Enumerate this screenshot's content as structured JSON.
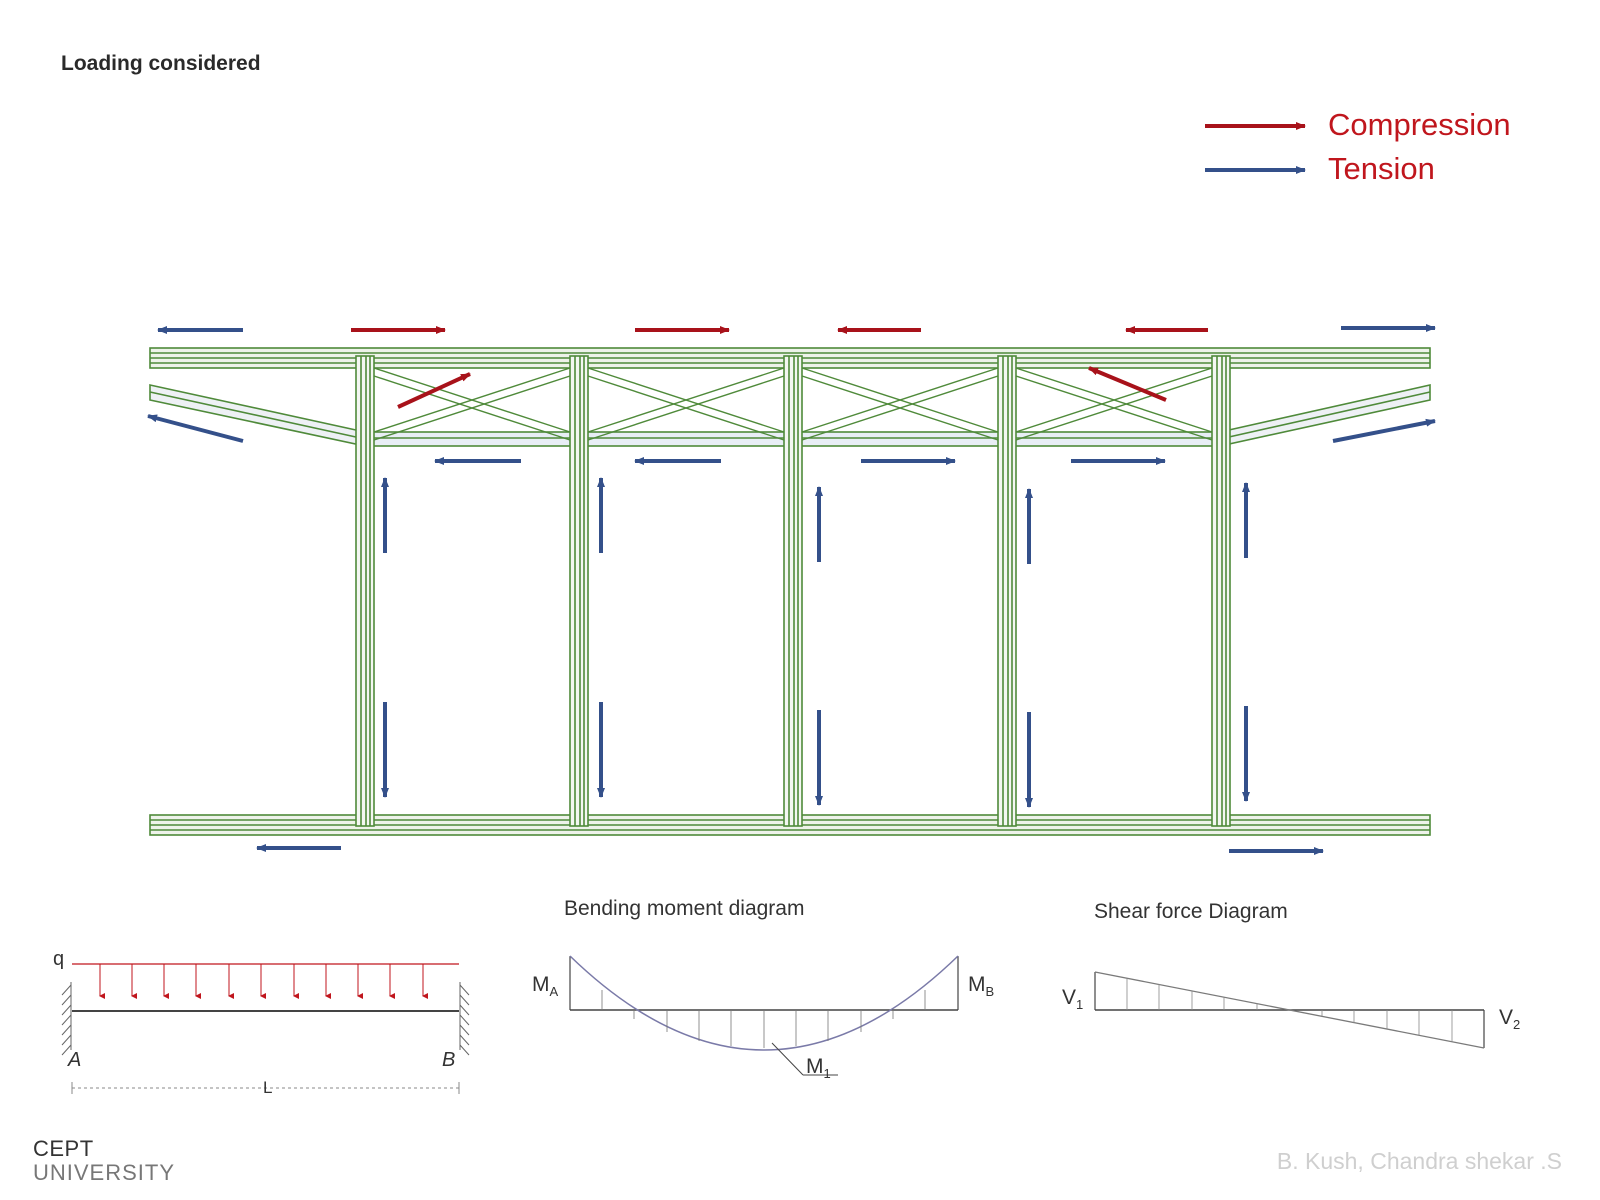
{
  "title": "Loading considered",
  "legend": {
    "compression_label": "Compression",
    "tension_label": "Tension",
    "compression_color": "#a8121a",
    "tension_color": "#34508a",
    "label_color": "#c0161d"
  },
  "frame_color": "#4f8a3a",
  "beam": {
    "load_label": "q",
    "left_support": "A",
    "right_support": "B",
    "span_label": "L"
  },
  "bending_moment": {
    "caption": "Bending moment diagram",
    "left_label": "M",
    "left_sub": "A",
    "right_label": "M",
    "right_sub": "B",
    "mid_label": "M",
    "mid_sub": "1"
  },
  "shear_force": {
    "caption": "Shear force Diagram",
    "left_label": "V",
    "left_sub": "1",
    "right_label": "V",
    "right_sub": "2"
  },
  "logo": {
    "line1": "CEPT",
    "line2": "UNIVERSITY"
  },
  "credit": "B. Kush, Chandra shekar .S"
}
